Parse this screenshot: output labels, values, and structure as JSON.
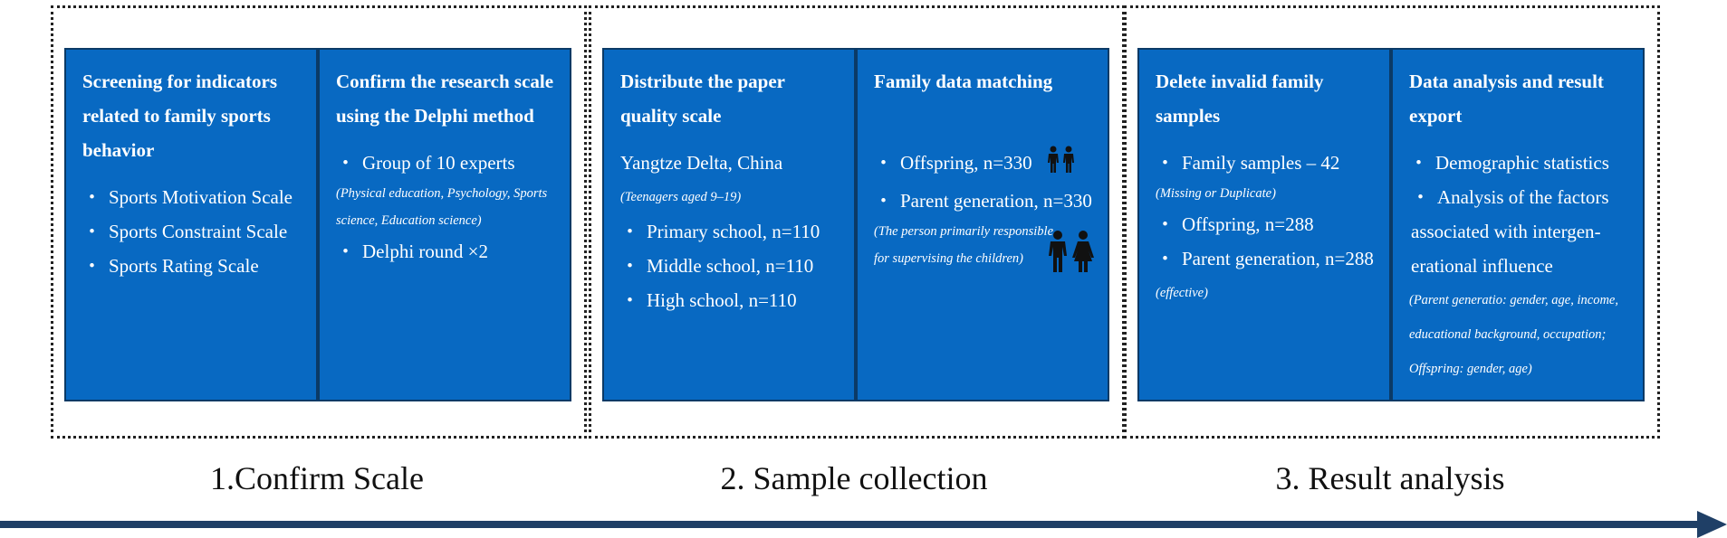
{
  "stages": [
    {
      "label": "1.Confirm Scale",
      "boxes": [
        {
          "title": "Screening for indicators related to family sports behavior",
          "items": [
            "Sports Motivation Scale",
            "Sports Constraint Scale",
            "Sports Rating Scale"
          ]
        },
        {
          "title": "Confirm the research scale using the Delphi method",
          "item1": "Group of 10 experts",
          "note": "(Physical education, Psychology, Sports science,  Education science)",
          "item2": "Delphi round ×2"
        }
      ]
    },
    {
      "label": "2. Sample collection",
      "boxes": [
        {
          "title": "Distribute the paper quality scale",
          "region": "Yangtze Delta, China",
          "region_note": "(Teenagers aged 9–19)",
          "items": [
            "Primary school, n=110",
            "Middle school, n=110",
            "High school, n=110"
          ]
        },
        {
          "title": "Family data matching",
          "item1": "Offspring, n=330",
          "item2": "Parent generation, n=330",
          "note": "(The person primarily responsible for supervising the children)",
          "icon1": "children-icon",
          "icon2": "parents-icon"
        }
      ]
    },
    {
      "label": "3. Result analysis",
      "boxes": [
        {
          "title": "Delete invalid family samples",
          "item1": "Family samples – 42",
          "note1": "(Missing or Duplicate)",
          "item2": "Offspring, n=288",
          "item3": "Parent generation, n=288",
          "note2": "(effective)"
        },
        {
          "title": "Data analysis and result export",
          "item1": "Demographic statistics",
          "item2": "Analysis of the factors associated with intergen­erational influence",
          "note": "(Parent generatio: gender, age, income, educational background, occupation; Offspring: gender, age)"
        }
      ]
    }
  ],
  "bullet": "・",
  "colors": {
    "box_fill": "#0869c2",
    "box_border": "#0b3a66",
    "arrow": "#1f3f66"
  }
}
